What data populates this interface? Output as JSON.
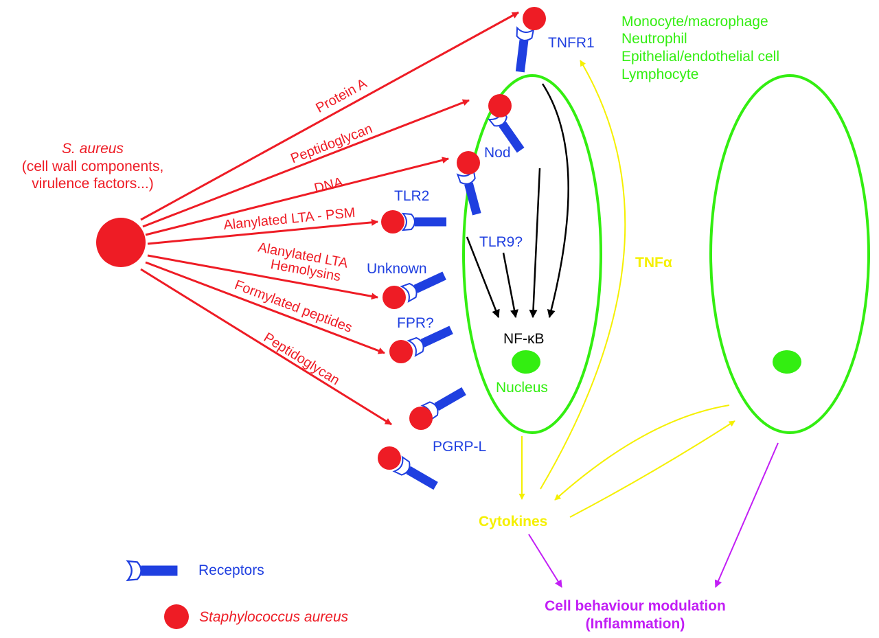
{
  "colors": {
    "red": "#ee1c25",
    "blue": "#1f3fe0",
    "green": "#33ee11",
    "yellow": "#f5f000",
    "purple": "#c21ef5",
    "black": "#000000"
  },
  "source": {
    "title_italic": "S. aureus",
    "line2": "(cell wall components,",
    "line3": "virulence factors...)"
  },
  "ligand_arrows": {
    "protein_a": "Protein A",
    "peptidoglycan_top": "Peptidoglycan",
    "dna": "DNA",
    "alanylated_lta_psm": "Alanylated LTA - PSM",
    "alanylated_lta": "Alanylated LTA",
    "hemolysins": "Hemolysins",
    "formylated_peptides": "Formylated peptides",
    "peptidoglycan_bottom": "Peptidoglycan"
  },
  "receptors": {
    "tnfr1": "TNFR1",
    "nod": "Nod",
    "tlr2": "TLR2",
    "tlr9": "TLR9?",
    "unknown": "Unknown",
    "fpr": "FPR?",
    "pgrp_l": "PGRP-L"
  },
  "cell": {
    "nf_kb": "NF-κB",
    "nucleus": "Nucleus"
  },
  "cell_types": [
    "Monocyte/macrophage",
    "Neutrophil",
    "Epithelial/endothelial cell",
    "Lymphocyte"
  ],
  "tnf_alpha": "TNFα",
  "cytokines": "Cytokines",
  "outcome": {
    "line1": "Cell behaviour modulation",
    "line2": "(Inflammation)"
  },
  "legend": {
    "receptors": "Receptors",
    "staph": "Staphylococcus aureus"
  }
}
